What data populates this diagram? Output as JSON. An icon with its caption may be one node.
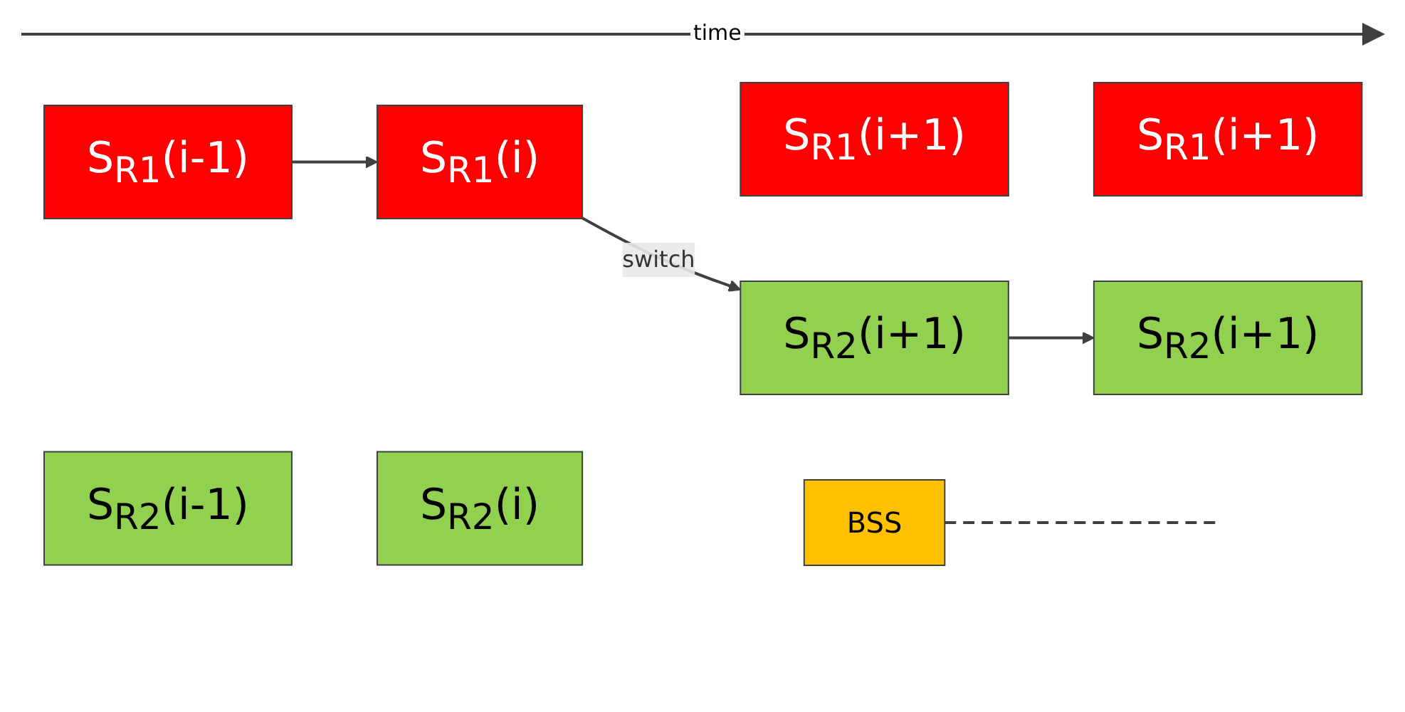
{
  "diagram": {
    "nodes": [
      {
        "text": [
          "S$_{R1}$(i-1)"
        ]
      },
      {
        "text": [
          "S$_{R1}$(i)"
        ]
      },
      {
        "text": [
          "S$_{R1}$(i+1)"
        ]
      },
      {
        "text": [
          "S$_{R1}$(i+1)"
        ]
      },
      {
        "text": [
          "S$_{R2}$(i-1)"
        ]
      },
      {
        "text": [
          "S$_{R2}$(i)"
        ]
      },
      {
        "text": [
          "S$_{R2}$(i+1)"
        ]
      },
      {
        "text": [
          "S$_{R2}$(i+1)"
        ]
      },
      {
        "text": [
          "BSS"
        ]
      }
    ],
    "edges": [
      {
        "from": 0,
        "to": 1,
        "arrow": "to"
      },
      {
        "from": 1,
        "to": 6,
        "arrow": "to",
        "label": "switch"
      },
      {
        "from": 6,
        "to": 7,
        "arrow": "to"
      },
      {
        "from": 8,
        "to": null,
        "arrow": "none",
        "style": "dashed"
      }
    ],
    "labels": [
      "time"
    ]
  }
}
